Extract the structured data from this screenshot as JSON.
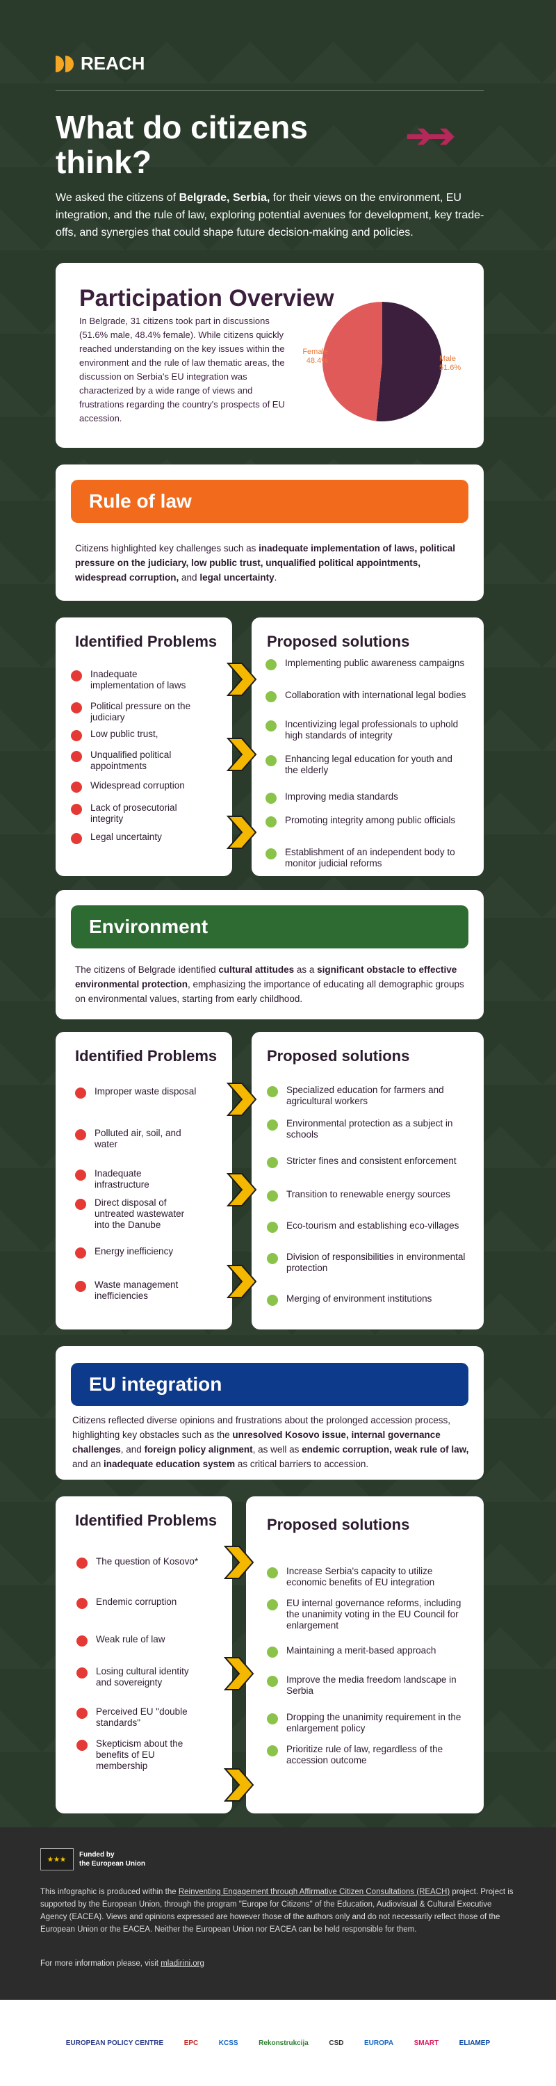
{
  "header": {
    "logo_text": "REACH",
    "title": "What do citizens think?",
    "intro_parts": [
      "We asked the citizens of ",
      "Belgrade, Serbia,",
      " for their views on the environment, EU integration, and the rule of law, exploring potential avenues for development, key trade-offs, and synergies that could shape future decision-making and policies."
    ]
  },
  "participation": {
    "title": "Participation Overview",
    "text": "In Belgrade, 31 citizens took part in discussions (51.6% male, 48.4% female). While citizens quickly reached understanding on the key issues within the environment and the rule of law thematic areas, the discussion on Serbia's EU integration was characterized by a wide range of views and frustrations regarding the country's prospects of EU accession.",
    "female_label": "Female",
    "female_value": "48.4%",
    "male_label": "Male",
    "male_value": "51.6%"
  },
  "chart_data": {
    "type": "pie",
    "categories": [
      "Male",
      "Female"
    ],
    "values": [
      51.6,
      48.4
    ],
    "colors": [
      "#3b1f3d",
      "#e05a5a"
    ]
  },
  "rule_of_law": {
    "title": "Rule of law",
    "color": "#f26b1d",
    "text_parts": [
      "Citizens highlighted key challenges such as ",
      "inadequate implementation of laws, political pressure on the judiciary, low public trust, unqualified political appointments, widespread corruption,",
      " and ",
      "legal uncertainty",
      "."
    ],
    "problems_title": "Identified Problems",
    "solutions_title": "Proposed solutions",
    "problems": [
      "Inadequate implementation of laws",
      "Political pressure on the judiciary",
      "Low public trust,",
      "Unqualified political appointments",
      "Widespread corruption",
      "Lack of prosecutorial integrity",
      "Legal uncertainty"
    ],
    "solutions": [
      "Implementing public awareness campaigns",
      "Collaboration with international legal bodies",
      "Incentivizing legal professionals to uphold high standards of integrity",
      "Enhancing legal education for youth and the elderly",
      "Improving media standards",
      "Promoting integrity among public officials",
      "Establishment of an independent body to monitor judicial reforms"
    ]
  },
  "environment": {
    "title": "Environment",
    "color": "#2e6b33",
    "text_parts": [
      "The citizens of Belgrade identified ",
      "cultural attitudes",
      " as a ",
      "significant obstacle to effective environmental protection",
      ", emphasizing the importance of educating all demographic groups on environmental values, starting from early childhood."
    ],
    "problems_title": "Identified Problems",
    "solutions_title": "Proposed solutions",
    "problems": [
      "Improper waste disposal",
      "Polluted air, soil, and water",
      "Inadequate infrastructure",
      "Direct disposal of untreated wastewater into the Danube",
      "Energy inefficiency",
      "Waste management inefficiencies"
    ],
    "solutions": [
      "Specialized education for farmers and agricultural workers",
      "Environmental protection as a subject in schools",
      "Stricter fines and consistent enforcement",
      "Transition to renewable energy sources",
      "Eco-tourism and establishing eco-villages",
      "Division of responsibilities in environmental protection",
      "Merging of environment institutions"
    ]
  },
  "eu_integration": {
    "title": "EU integration",
    "color": "#0d3a8a",
    "text_parts": [
      "Citizens reflected diverse opinions and frustrations about the prolonged accession process, highlighting key obstacles such as the ",
      "unresolved Kosovo issue, internal governance challenges",
      ", and ",
      "foreign policy alignment",
      ", as well as ",
      "endemic corruption, weak rule of law,",
      " and an ",
      "inadequate education system",
      " as critical barriers to accession."
    ],
    "problems_title": "Identified Problems",
    "solutions_title": "Proposed solutions",
    "problems": [
      "The question of Kosovo*",
      "Endemic corruption",
      "Weak rule of law",
      "Losing cultural identity and sovereignty",
      "Perceived EU \"double standards\"",
      "Skepticism about the benefits of EU membership"
    ],
    "solutions": [
      "Increase Serbia's capacity to utilize economic benefits of EU integration",
      "EU internal governance reforms, including the unanimity voting in the EU Council for enlargement",
      "Maintaining a merit-based approach",
      "Improve the media freedom landscape in Serbia",
      "Dropping the unanimity requirement in the enlargement policy",
      "Prioritize rule of law, regardless of the accession outcome"
    ]
  },
  "footer": {
    "funded_line1": "Funded by",
    "funded_line2": "the European Union",
    "disclaimer_a": "This infographic is produced within the ",
    "disclaimer_link": "Reinventing Engagement through Affirmative Citizen Consultations (REACH)",
    "disclaimer_b": " project. Project is supported by the European Union, through the program \"Europe for Citizens\" of the Education, Audiovisual & Cultural Executive Agency (EACEA). Views and opinions expressed are however those of the authors only and do not necessarily reflect those of the European Union or the EACEA. Neither the European Union nor EACEA can be held responsible for them.",
    "more_text": "For more information please, visit ",
    "more_link": "mladirini.org"
  },
  "partners": [
    "EUROPEAN POLICY CENTRE",
    "EPC",
    "KCSS",
    "Rekonstrukcija",
    "CSD",
    "EUROPA",
    "SMART",
    "ELIAMEP"
  ]
}
